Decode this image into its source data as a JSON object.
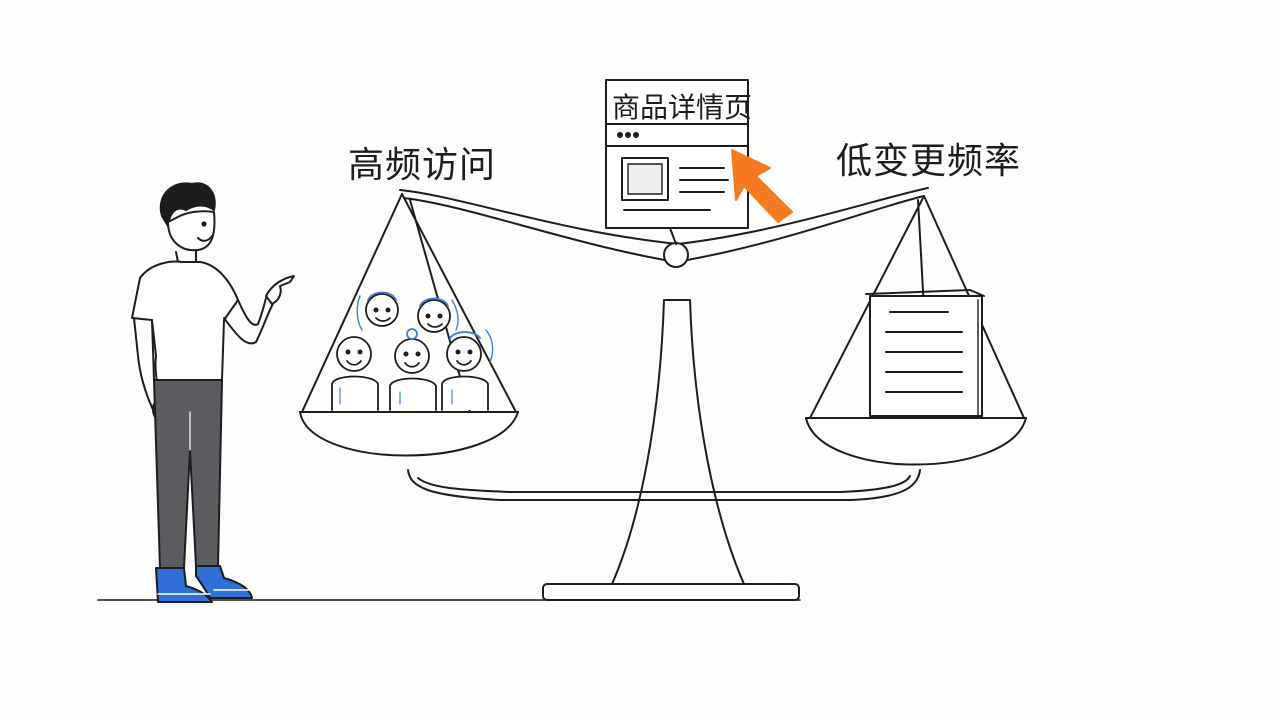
{
  "labels": {
    "left_pan": "高频访问",
    "right_pan": "低变更频率",
    "product_page": "商品详情页"
  },
  "colors": {
    "ink": "#1d1d1d",
    "arrow": "#f47a20",
    "people": "#3c7fd1",
    "pants": "#5a5c60",
    "shoes": "#2f6fd6"
  },
  "icons": {
    "pointer": "orange-arrow-icon",
    "document": "document-icon",
    "crowd": "crowd-icon"
  }
}
